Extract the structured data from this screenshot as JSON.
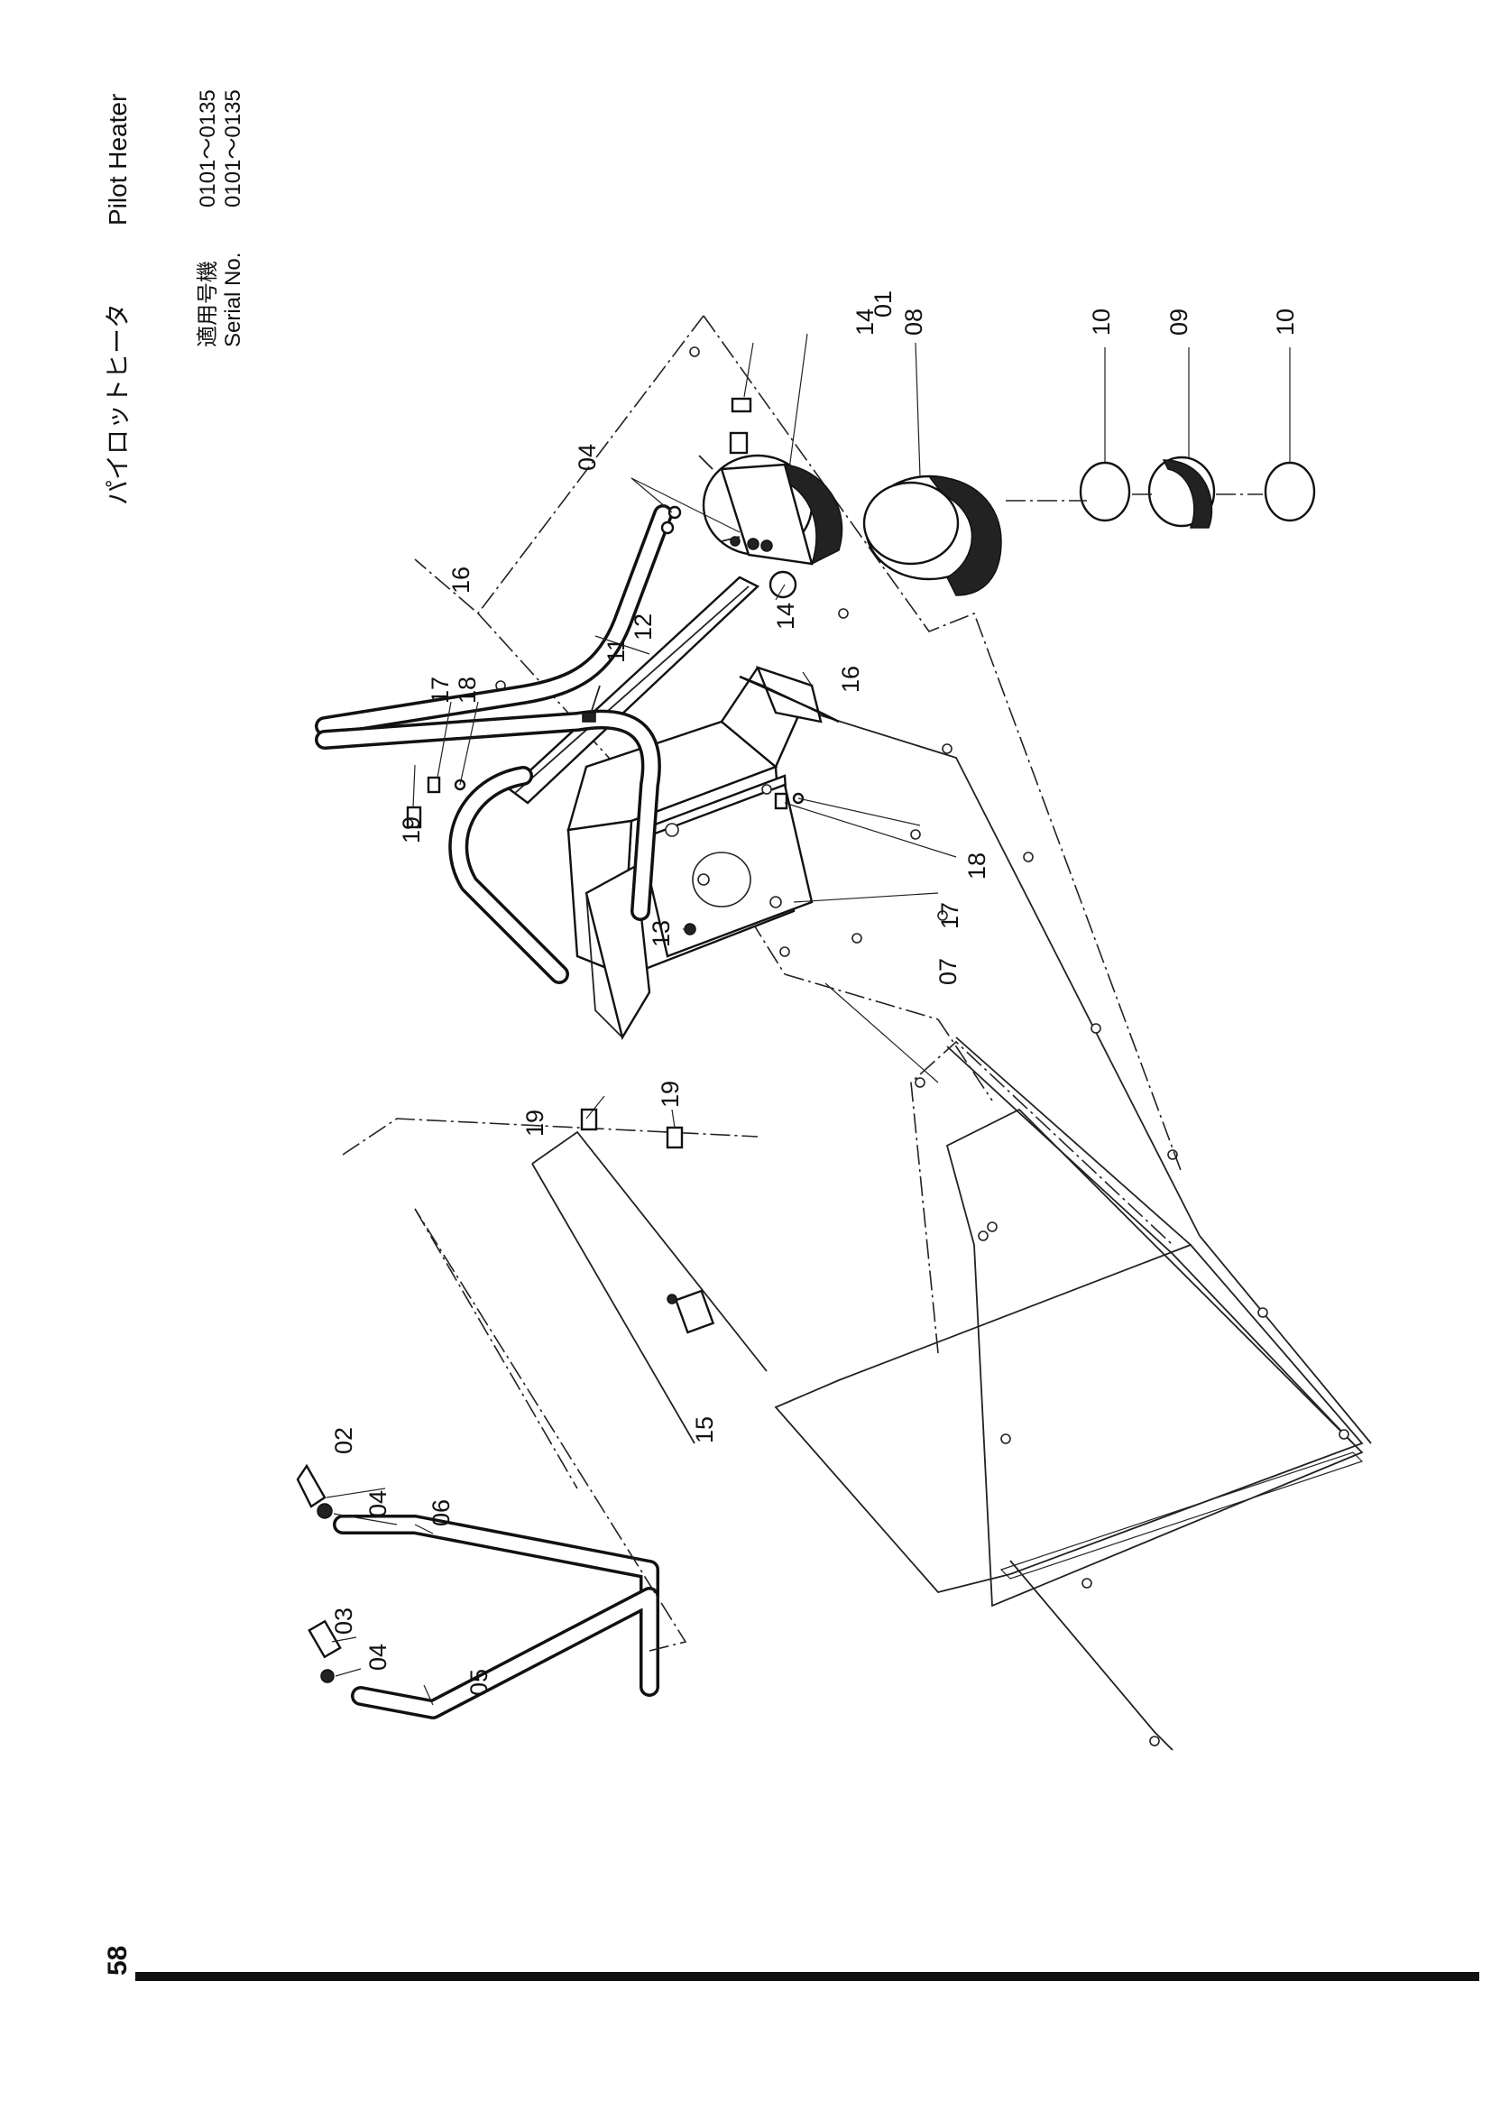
{
  "header": {
    "title_ja": "パイロットヒータ",
    "title_en": "Pilot Heater",
    "serial_label_ja": "適用号機",
    "serial_label_en": "Serial No.",
    "serial_range_1": "0101～0135",
    "serial_range_2": "0101～0135"
  },
  "page_number": "58",
  "callouts": {
    "c01": "01",
    "c02": "02",
    "c03": "03",
    "c04a": "04",
    "c04b": "04",
    "c04c": "04",
    "c05": "05",
    "c06": "06",
    "c07": "07",
    "c08": "08",
    "c09": "09",
    "c10a": "10",
    "c10b": "10",
    "c11": "11",
    "c12": "12",
    "c13": "13",
    "c14a": "14",
    "c14b": "14",
    "c15": "15",
    "c16a": "16",
    "c16b": "16",
    "c17a": "17",
    "c17b": "17",
    "c18a": "18",
    "c18b": "18",
    "c19a": "19",
    "c19b": "19",
    "c19c": "19"
  },
  "colors": {
    "ink": "#111111",
    "paper": "#ffffff"
  }
}
